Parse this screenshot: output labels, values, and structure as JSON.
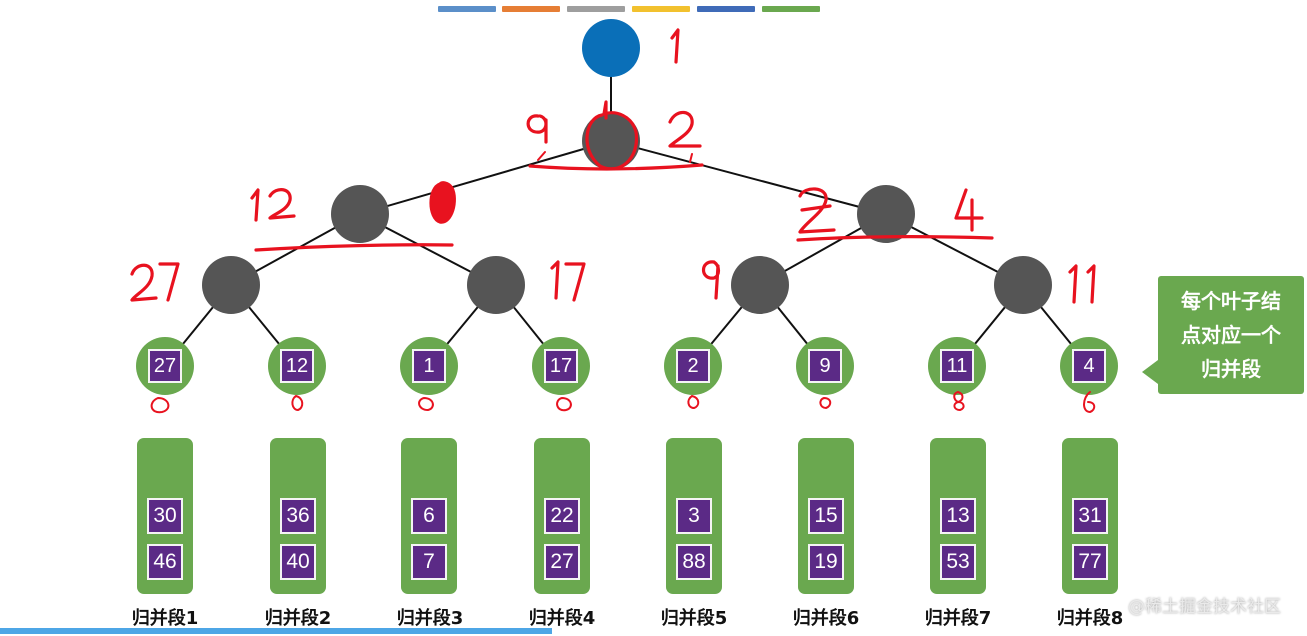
{
  "top_bar_colors": [
    "#5b8fc9",
    "#e67e35",
    "#9e9e9e",
    "#f2c12e",
    "#3f6bb8",
    "#6aa84f"
  ],
  "node_colors": {
    "root": "#0a6fb8",
    "internal": "#555555",
    "leaf": "#6aa84f",
    "leaf_value_box": "#5b2a86",
    "annotation": "#e8121f"
  },
  "leaves": [
    {
      "value": "27",
      "mark": "0"
    },
    {
      "value": "12",
      "mark": "0"
    },
    {
      "value": "1",
      "mark": "0"
    },
    {
      "value": "17",
      "mark": "0"
    },
    {
      "value": "2",
      "mark": "0"
    },
    {
      "value": "9",
      "mark": "0"
    },
    {
      "value": "11",
      "mark": "8"
    },
    {
      "value": "4",
      "mark": "6"
    }
  ],
  "runs": [
    {
      "label": "归并段1",
      "values": [
        "30",
        "46"
      ]
    },
    {
      "label": "归并段2",
      "values": [
        "36",
        "40"
      ]
    },
    {
      "label": "归并段3",
      "values": [
        "6",
        "7"
      ]
    },
    {
      "label": "归并段4",
      "values": [
        "22",
        "27"
      ]
    },
    {
      "label": "归并段5",
      "values": [
        "3",
        "88"
      ]
    },
    {
      "label": "归并段6",
      "values": [
        "15",
        "19"
      ]
    },
    {
      "label": "归并段7",
      "values": [
        "13",
        "53"
      ]
    },
    {
      "label": "归并段8",
      "values": [
        "31",
        "77"
      ]
    }
  ],
  "callout": {
    "lines": [
      "每个叶子结",
      "点对应一个",
      "归并段"
    ]
  },
  "watermark": "@稀土掘金技术社区",
  "handwritten": {
    "root": "1",
    "level1_left": "9",
    "level1_right": "2",
    "level2_left_a": "12",
    "level2_left_b": "0",
    "level2_right_a": "2",
    "level2_right_b": "4",
    "level3": [
      "27",
      "17",
      "9",
      "11"
    ]
  }
}
